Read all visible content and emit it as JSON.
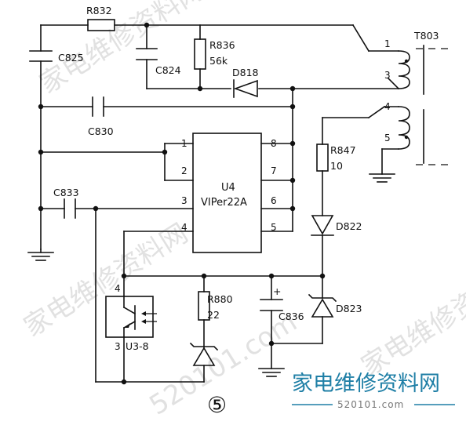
{
  "components": {
    "r832": "R832",
    "c825": "C825",
    "c824": "C824",
    "r836": "R836",
    "r836_value": "56k",
    "d818": "D818",
    "c830": "C830",
    "c833": "C833",
    "t803": "T803",
    "r847": "R847",
    "r847_value": "10",
    "d822": "D822",
    "d823": "D823",
    "c836": "C836",
    "r880": "R880",
    "r880_value": "22",
    "optocoupler": "U3-8",
    "ic_ref": "U4",
    "ic_part": "VIPer22A"
  },
  "ic_pins": [
    "1",
    "2",
    "3",
    "4",
    "5",
    "6",
    "7",
    "8"
  ],
  "transformer_pins": [
    "1",
    "3",
    "4",
    "5"
  ],
  "opto_pins": [
    "4",
    "3"
  ],
  "polarity_plus": "+",
  "figure_number": "⑤",
  "watermark": {
    "logo_text": "家电维修资料网",
    "url_text": "520101.com",
    "diagonal_text": "家电维修资料网"
  }
}
